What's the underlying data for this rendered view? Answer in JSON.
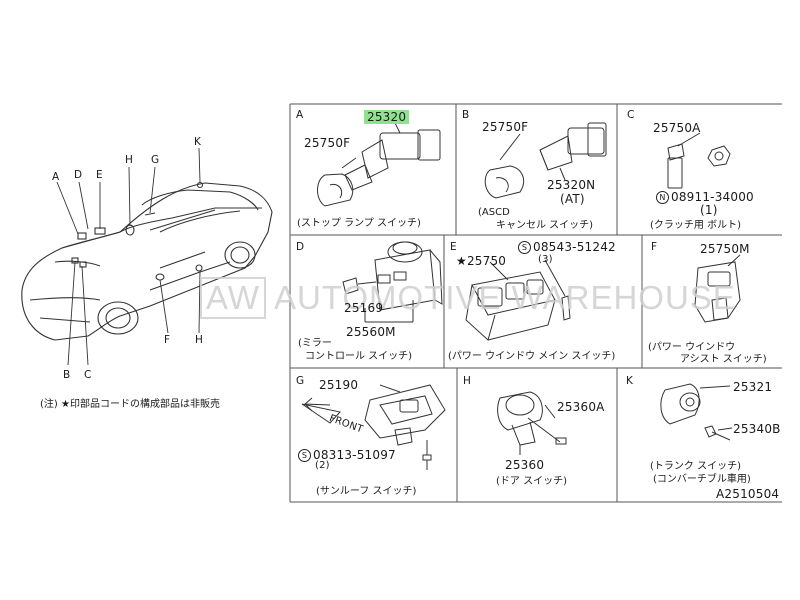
{
  "car_labels": {
    "A": "A",
    "B": "B",
    "C": "C",
    "D": "D",
    "E": "E",
    "F": "F",
    "G": "G",
    "H_top": "H",
    "H_bottom": "H",
    "K": "K"
  },
  "note": "(注) ★印部品コードの構成部品は非販売",
  "panels": {
    "A": {
      "letter": "A",
      "p1": "25320",
      "p2": "25750F",
      "caption": "(ストップ ランプ スイッチ)"
    },
    "B": {
      "letter": "B",
      "p1": "25750F",
      "p2": "25320N",
      "p2b": "(AT)",
      "caption1": "(ASCD",
      "caption2": "キャンセル スイッチ)"
    },
    "C": {
      "letter": "C",
      "p1": "25750A",
      "p2": "08911-34000",
      "p2b": "(1)",
      "circle": "N",
      "caption": "(クラッチ用 ボルト)"
    },
    "D": {
      "letter": "D",
      "p1": "25169",
      "p2": "25560M",
      "caption1": "(ミラー",
      "caption2": "コントロール スイッチ)"
    },
    "E": {
      "letter": "E",
      "p1": "★25750",
      "p2": "08543-51242",
      "p2b": "(3)",
      "circle": "S",
      "caption": "(パワー ウインドウ メイン スイッチ)"
    },
    "F": {
      "letter": "F",
      "p1": "25750M",
      "caption1": "(パワー ウインドウ",
      "caption2": "アシスト スイッチ)"
    },
    "G": {
      "letter": "G",
      "p1": "25190",
      "p2": "08313-51097",
      "p2b": "(2)",
      "circle": "S",
      "front": "FRONT",
      "caption": "(サンルーフ スイッチ)"
    },
    "H": {
      "letter": "H",
      "p1": "25360A",
      "p2": "25360",
      "caption": "(ドア スイッチ)"
    },
    "K": {
      "letter": "K",
      "p1": "25321",
      "p2": "25340B",
      "caption1": "(トランク スイッチ)",
      "caption2": "(コンバーチブル車用)"
    }
  },
  "figure_id": "A2510504",
  "watermark": {
    "logo": "AW",
    "text": "AUTOMOTIVE WAREHOUSE"
  },
  "colors": {
    "line": "#333333",
    "highlight": "#8fe38f",
    "watermark": "#cfcfcf"
  }
}
